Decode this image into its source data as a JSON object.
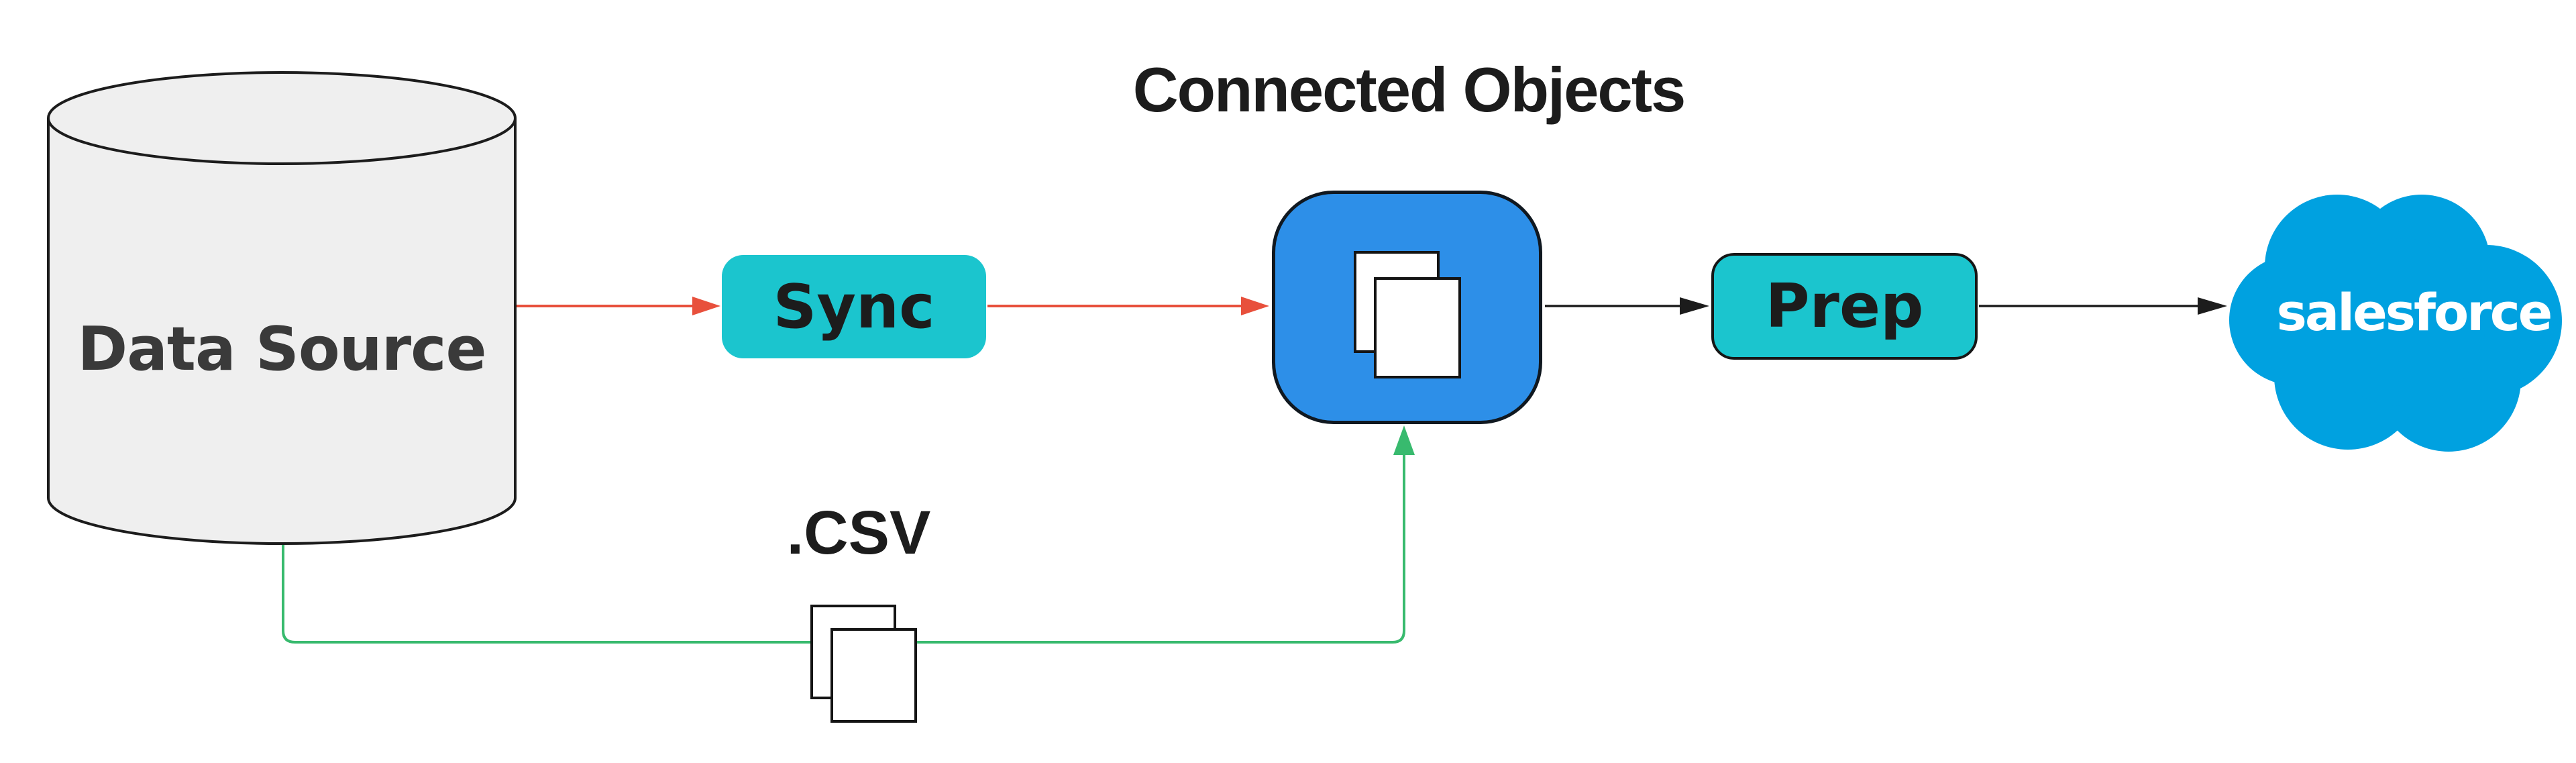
{
  "title": "Connected Objects",
  "nodes": {
    "data_source": {
      "label": "Data Source",
      "type": "database-cylinder"
    },
    "sync": {
      "label": "Sync",
      "type": "process-box"
    },
    "connected_objects": {
      "label": "Connected Objects",
      "type": "blue-object-icon"
    },
    "prep": {
      "label": "Prep",
      "type": "process-box"
    },
    "salesforce": {
      "label": "salesforce",
      "type": "cloud-logo"
    },
    "csv": {
      "label": ".CSV",
      "type": "file-annotation"
    }
  },
  "edges": [
    {
      "from": "Data Source",
      "to": "Sync",
      "color": "red"
    },
    {
      "from": "Sync",
      "to": "Connected Objects",
      "color": "red"
    },
    {
      "from": "Connected Objects",
      "to": "Prep",
      "color": "black"
    },
    {
      "from": "Prep",
      "to": "salesforce",
      "color": "black"
    },
    {
      "from": "Data Source",
      "to": "Connected Objects",
      "via": ".CSV",
      "color": "green"
    }
  ],
  "colors": {
    "teal": "#1BC5CE",
    "blue": "#2D8FE8",
    "salesforce_blue": "#00A1E0",
    "red": "#E8503C",
    "green": "#38BA6E",
    "black_line": "#1C1C1C",
    "cylinder_fill": "#EFEFEF",
    "ink": "#1C1C1C",
    "label": "#3A3A3A"
  }
}
